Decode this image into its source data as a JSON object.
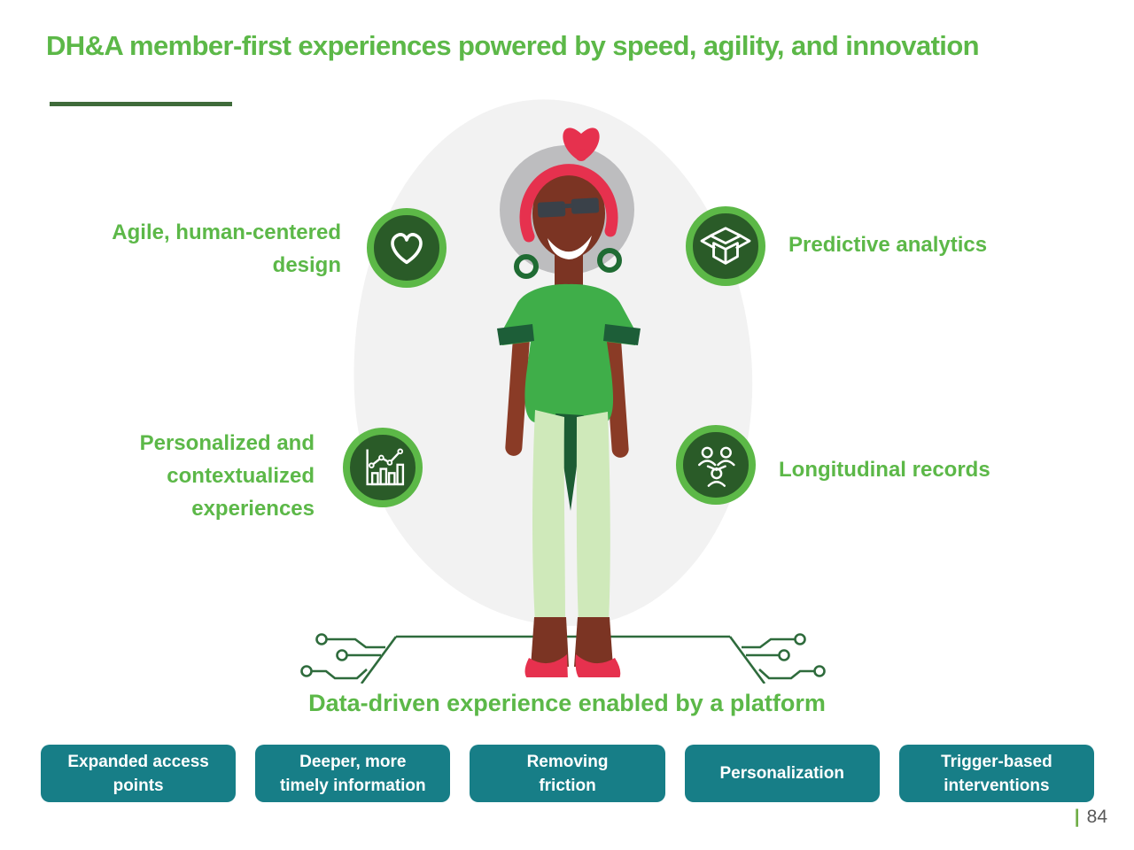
{
  "slide": {
    "title": "DH&A member-first experiences powered by speed, agility, and innovation",
    "caption": "Data-driven experience enabled by a platform",
    "page_separator": "|",
    "page_number": "84"
  },
  "callouts": {
    "agile": {
      "label": "Agile, human-centered\ndesign",
      "icon": "heart-icon"
    },
    "predictive": {
      "label": "Predictive analytics",
      "icon": "open-box-icon"
    },
    "personalized": {
      "label": "Personalized and\ncontextualized\nexperiences",
      "icon": "bar-chart-icon"
    },
    "longitudinal": {
      "label": "Longitudinal records",
      "icon": "people-network-icon"
    }
  },
  "platform_buttons": [
    {
      "label": "Expanded access\npoints"
    },
    {
      "label": "Deeper, more\ntimely information"
    },
    {
      "label": "Removing\nfriction"
    },
    {
      "label": "Personalization"
    },
    {
      "label": "Trigger-based\ninterventions"
    }
  ],
  "colors": {
    "accent_green": "#5cb848",
    "dark_green": "#2e6b3c",
    "circle_fill": "#2a5b28",
    "teal": "#177e87",
    "crimson": "#e6314e",
    "page_bar_green": "#70ad47",
    "blob_gray": "#f2f2f2"
  }
}
